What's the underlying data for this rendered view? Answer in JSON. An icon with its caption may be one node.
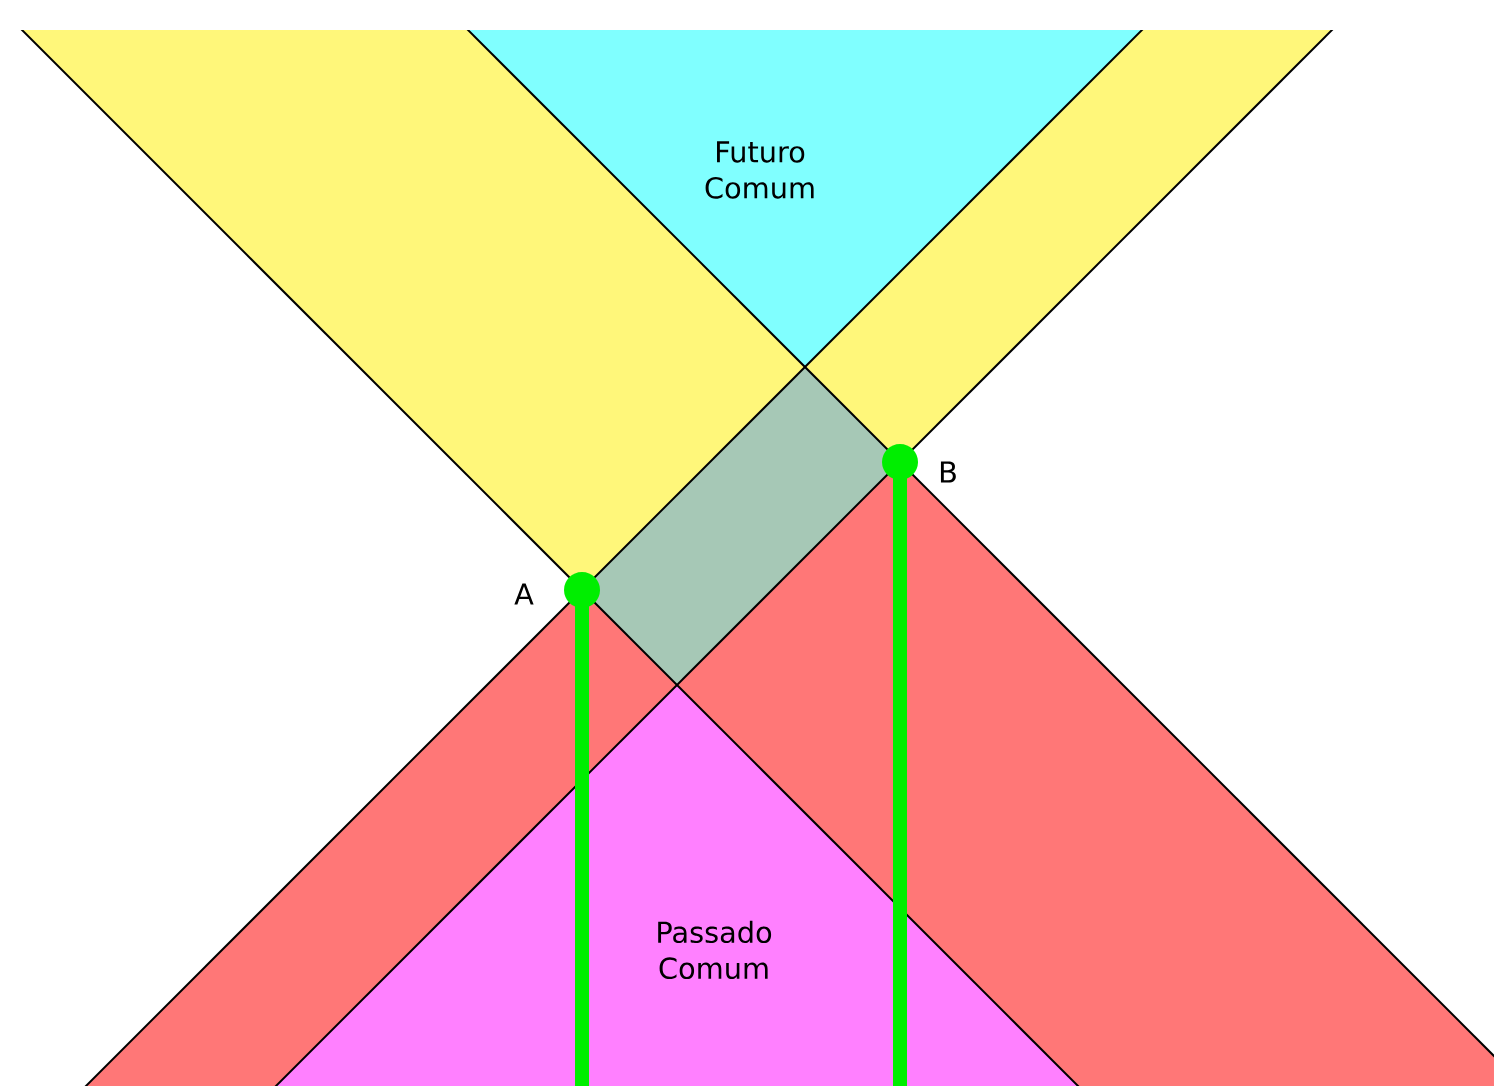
{
  "diagram": {
    "nodes": [
      {
        "text": [
          "Futuro Comum"
        ]
      },
      {
        "text": [
          "Passado Comum"
        ]
      }
    ],
    "edges": [],
    "labels": [
      "A",
      "B"
    ]
  }
}
